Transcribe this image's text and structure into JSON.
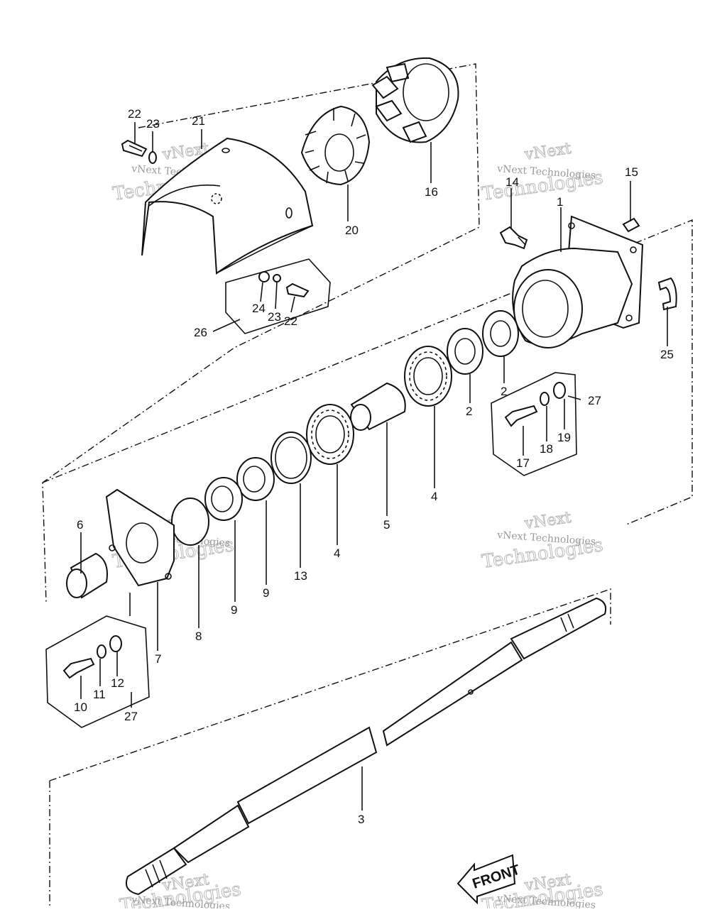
{
  "callouts": {
    "c1": "1",
    "c2a": "2",
    "c2b": "2",
    "c3": "3",
    "c4a": "4",
    "c4b": "4",
    "c5": "5",
    "c6": "6",
    "c7": "7",
    "c8": "8",
    "c9a": "9",
    "c9b": "9",
    "c10": "10",
    "c11": "11",
    "c12": "12",
    "c13": "13",
    "c14": "14",
    "c15": "15",
    "c16": "16",
    "c17": "17",
    "c18": "18",
    "c19": "19",
    "c20": "20",
    "c21": "21",
    "c22a": "22",
    "c22b": "22",
    "c23a": "23",
    "c23b": "23",
    "c24": "24",
    "c25": "25",
    "c26": "26",
    "c27a": "27",
    "c27b": "27"
  },
  "watermark": {
    "line1": "vNext",
    "line2": "Technologies",
    "small": "vNext Technologies"
  },
  "front_arrow": {
    "label": "FRONT"
  }
}
